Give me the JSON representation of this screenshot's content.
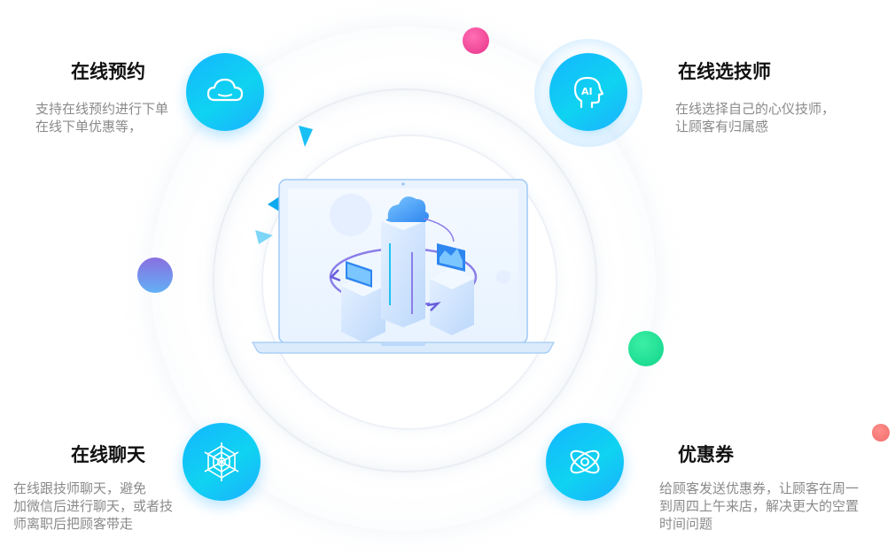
{
  "features": {
    "booking": {
      "title": "在线预约",
      "desc_lines": [
        "支持在线预约进行下单",
        "在线下单优惠等，"
      ],
      "icon": "cloud-icon"
    },
    "select_technician": {
      "title": "在线选技师",
      "desc_lines": [
        "在线选择自己的心仪技师，",
        "让顾客有归属感"
      ],
      "icon": "ai-head-icon",
      "icon_text": "AI"
    },
    "chat": {
      "title": "在线聊天",
      "desc_lines": [
        "在线跟技师聊天，避免",
        "加微信后进行聊天，或者技",
        "师离职后把顾客带走"
      ],
      "icon": "spider-web-icon"
    },
    "coupon": {
      "title": "优惠券",
      "desc_lines": [
        "给顾客发送优惠券，让顾客在周一",
        "到周四上午来店，解决更大的空置",
        "时间问题"
      ],
      "icon": "atom-icon"
    }
  },
  "colors": {
    "icon_gradient_start": "#14b5ff",
    "icon_gradient_end": "#0fd3f1",
    "title": "#111111",
    "desc": "#8a8a8a",
    "dot_pink": "#e8338a",
    "dot_purple": "#8a6fe0",
    "dot_green": "#10d48a",
    "dot_coral": "#ef6d6d"
  }
}
